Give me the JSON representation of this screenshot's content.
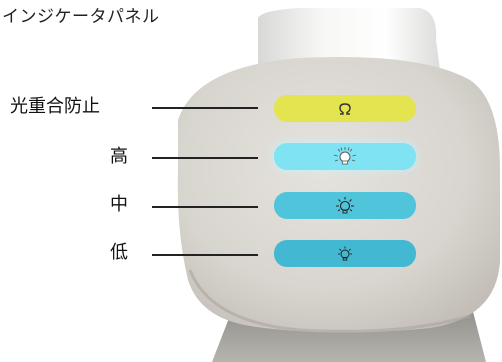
{
  "title": "インジケータパネル",
  "indicators": [
    {
      "label": "光重合防止",
      "icon": "omega-icon",
      "color": "#e4e450"
    },
    {
      "label": "高",
      "icon": "bulb-high-icon",
      "color": "#7fe3f3"
    },
    {
      "label": "中",
      "icon": "bulb-medium-icon",
      "color": "#4fc4da"
    },
    {
      "label": "低",
      "icon": "bulb-low-icon",
      "color": "#43b8d2"
    }
  ],
  "colors": {
    "device_body": "#d9d6d0",
    "device_shadow": "#b9b4ad",
    "neck": "#ececea"
  }
}
